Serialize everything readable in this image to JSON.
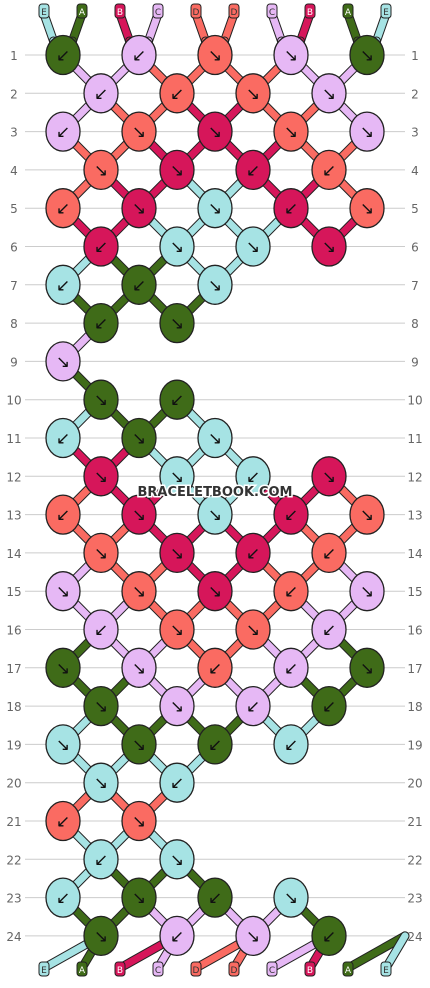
{
  "watermark": "BRACELETBOOK.COM",
  "colors": {
    "A": "#3f6b18",
    "B": "#d6165a",
    "C": "#e6b8f5",
    "D": "#fa6b62",
    "E": "#a6e3e4",
    "outline": "#222222",
    "grid": "#cccccc",
    "label": "#666666"
  },
  "strings_top": [
    "E",
    "A",
    "B",
    "C",
    "D",
    "D",
    "C",
    "B",
    "A",
    "E"
  ],
  "strings_bottom": [
    "E",
    "A",
    "B",
    "C",
    "D",
    "D",
    "C",
    "B",
    "A",
    "E"
  ],
  "row_labels": [
    "1",
    "2",
    "3",
    "4",
    "5",
    "6",
    "7",
    "8",
    "9",
    "10",
    "11",
    "12",
    "13",
    "14",
    "15",
    "16",
    "17",
    "18",
    "19",
    "20",
    "21",
    "22",
    "23",
    "24"
  ],
  "knots": [
    [
      "A",
      "C",
      "D",
      "C",
      "A"
    ],
    [
      "C",
      "D",
      "D",
      "C"
    ],
    [
      "C",
      "D",
      "B",
      "D",
      "C"
    ],
    [
      "D",
      "B",
      "B",
      "D"
    ],
    [
      "D",
      "B",
      "E",
      "B",
      "D"
    ],
    [
      "B",
      "E",
      "E",
      "B"
    ],
    [
      "E",
      "A",
      "E"
    ],
    [
      "A",
      "A"
    ],
    [
      "C"
    ],
    [
      "A",
      "A"
    ],
    [
      "E",
      "A",
      "E"
    ],
    [
      "B",
      "E",
      "E",
      "B"
    ],
    [
      "D",
      "B",
      "E",
      "B",
      "D"
    ],
    [
      "D",
      "B",
      "B",
      "D"
    ],
    [
      "C",
      "D",
      "B",
      "D",
      "C"
    ],
    [
      "C",
      "D",
      "D",
      "C"
    ],
    [
      "A",
      "C",
      "D",
      "C",
      "A"
    ],
    [
      "A",
      "C",
      "C",
      "A"
    ],
    [
      "E",
      "A",
      "A",
      "E"
    ],
    [
      "E",
      "E"
    ],
    [
      "D",
      "D"
    ],
    [
      "E",
      "E"
    ],
    [
      "E",
      "A",
      "A",
      "E"
    ],
    [
      "A",
      "C",
      "C",
      "A"
    ]
  ],
  "arrows": [
    [
      "↙",
      "↙",
      "↘",
      "↘",
      "↘"
    ],
    [
      "↙",
      "↙",
      "↘",
      "↘"
    ],
    [
      "↙",
      "↘",
      "↘",
      "↘",
      "↘"
    ],
    [
      "↘",
      "↘",
      "↙",
      "↙"
    ],
    [
      "↙",
      "↘",
      "↘",
      "↙",
      "↘"
    ],
    [
      "↙",
      "↘",
      "↘",
      "↘"
    ],
    [
      "↙",
      "↙",
      "↘"
    ],
    [
      "↙",
      "↘"
    ],
    [
      "↘"
    ],
    [
      "↘",
      "↙"
    ],
    [
      "↙",
      "↘",
      "↘"
    ],
    [
      "↘",
      "↘",
      "↙",
      "↘"
    ],
    [
      "↙",
      "↘",
      "↘",
      "↙",
      "↘"
    ],
    [
      "↘",
      "↘",
      "↙",
      "↙"
    ],
    [
      "↘",
      "↘",
      "↘",
      "↙",
      "↘"
    ],
    [
      "↙",
      "↘",
      "↘",
      "↙"
    ],
    [
      "↘",
      "↘",
      "↙",
      "↙",
      "↘"
    ],
    [
      "↘",
      "↘",
      "↙",
      "↙"
    ],
    [
      "↘",
      "↘",
      "↙",
      "↙"
    ],
    [
      "↘",
      "↙"
    ],
    [
      "↙",
      "↘"
    ],
    [
      "↙",
      "↘"
    ],
    [
      "↙",
      "↘",
      "↙",
      "↘"
    ],
    [
      "↘",
      "↙",
      "↘",
      "↙"
    ]
  ]
}
